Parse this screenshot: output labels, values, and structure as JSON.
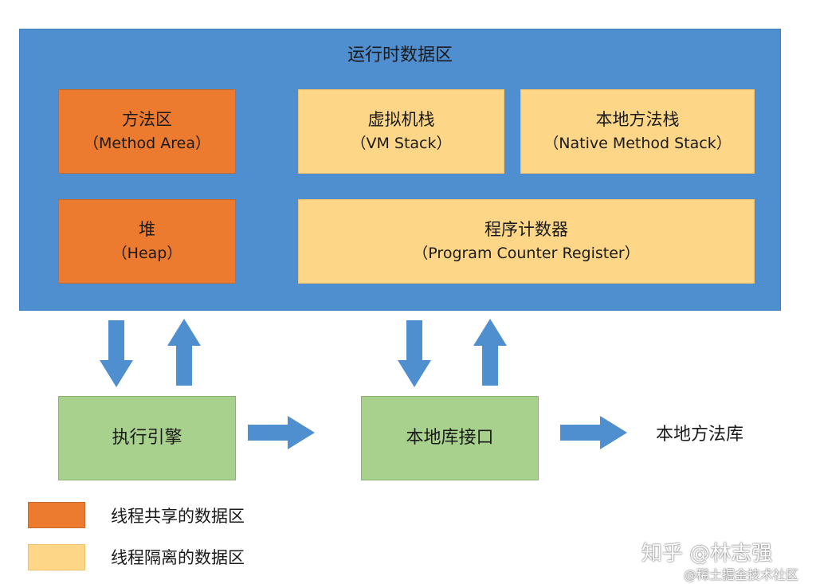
{
  "runtime_area": {
    "title": "运行时数据区"
  },
  "method_area": {
    "line1": "方法区",
    "line2": "（Method Area）"
  },
  "heap": {
    "line1": "堆",
    "line2": "（Heap）"
  },
  "vm_stack": {
    "line1": "虚拟机栈",
    "line2": "（VM Stack）"
  },
  "native_method_stack": {
    "line1": "本地方法栈",
    "line2": "（Native Method Stack）"
  },
  "pc_register": {
    "line1": "程序计数器",
    "line2": "（Program Counter Register）"
  },
  "execution_engine": {
    "label": "执行引擎"
  },
  "native_interface": {
    "label": "本地库接口"
  },
  "native_library": {
    "label": "本地方法库"
  },
  "legend": {
    "shared": "线程共享的数据区",
    "isolated": "线程隔离的数据区"
  },
  "watermark": {
    "author": "知乎 @林志强",
    "source": "@稀土掘金技术社区"
  },
  "colors": {
    "runtime_bg": "#4f8fd0",
    "shared": "#ec7b2f",
    "isolated": "#fdd688",
    "component": "#a9d18e",
    "arrow": "#4f8fd0"
  }
}
